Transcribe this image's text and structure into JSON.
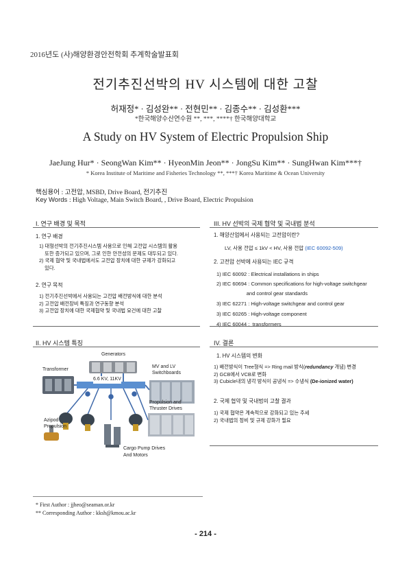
{
  "conference": "2016년도 (사)해양환경안전학회 추계학술발표회",
  "title_ko": "전기추진선박의 HV 시스템에 대한 고찰",
  "authors_ko": "허재정* · 김성완** · 전현민** · 김종수** · 김성환***",
  "affil_ko": "*한국해양수산연수원 **, ***, ****† 한국해양대학교",
  "title_en": "A Study on HV System of Electric Propulsion Ship",
  "authors_en": "JaeJung Hur* · SeongWan Kim** · HyeonMin Jeon** · JongSu Kim** · SungHwan Kim***†",
  "affil_en": "* Korea Institute of Maritime and Fisheries Technology  **, ***†  Korea Maritime & Ocean University",
  "keywords_ko_label": "핵심용어",
  "keywords_ko": ": 고전압, MSBD, Drive Board, 전기추진",
  "keywords_en_label": "Key Words",
  "keywords_en": ": High Voltage, Main Switch Board, , Drive Board, Electric Propulsion",
  "sec1": {
    "heading": "I. 연구 배경 및 목적",
    "sub1": "1. 연구 배경",
    "sub1_lines": [
      "1) 대형선박의 전기추진시스템 사용으로 인해 고전압 시스템의 활용",
      "    또한 증가되고 있으며, 그로 인한 안전성의 문제도 대두되고 있다.",
      "2) 국제 협약 및 국내법에서도 고전압 장치에 대한 규제가 강화되고",
      "    있다."
    ],
    "sub2": "2. 연구 목적",
    "sub2_lines": [
      "1) 전기추진선박에서 사용되는 고전압 배전방식에 대한 분석",
      "2) 고전압 배전장비 특징과 연구동향 분석",
      "3) 고전압 장치에 대한 국제협약 및 국내법 요건에 대한 고찰"
    ]
  },
  "sec2": {
    "heading": "II. HV 시스템 특징",
    "fig_labels": {
      "generators": "Generators",
      "transformer": "Transformer",
      "mv_lv": "MV and LV",
      "switchboards": "Switchboards",
      "voltage": "6.6 KV, 11KV",
      "propulsion": "Propulsion and",
      "thruster": "Thruster Drives",
      "azipod": "Azipod",
      "azipod2": "Propulsion",
      "cargo": "Cargo Pump Drives",
      "motors": "And Motors"
    }
  },
  "sec3": {
    "heading": "III. HV 선박의 국제 협약 및 국내법 분석",
    "sub1": "1. 해양산업에서 사용되는 고전압이란?",
    "sub1_line_a": "LV, 사용 전압  ≤  1kV  <  HV, 사용 전압",
    "sub1_line_b": "(IEC 60092-509)",
    "sub2": "2. 고전압 선박에 사용되는 IEC 규격",
    "iec": [
      "1) IEC 60092 : Electrical installations in ships",
      "2) IEC 60694 : Common specifications for high-voltage switchgear",
      "                     and control gear standards",
      "3) IEC 62271 : High-voltage switchgear and control gear",
      "3) IEC 60265 : High-voltage component",
      "4) IEC 60044 :  transformers"
    ]
  },
  "sec4": {
    "heading": "IV. 결론",
    "sub1": "1.  HV 시스템의 변화",
    "sub1_line1_a": "1) 배전방식이 Tree형식 => Ring mail 방식(",
    "sub1_line1_b": "redundancy",
    "sub1_line1_c": " 개념) 변경",
    "sub1_line2": "2) GCB에서 VCB로 변화",
    "sub1_line3_a": "3) Cubicle내의 냉각 방식이 공냉식 => 수냉식 ",
    "sub1_line3_b": "(De-ionized water)",
    "sub2": "2. 국제 협약 및 국내법의 고찰 결과",
    "sub2_lines": [
      "1) 국제 협약은 계속적으로 강화되고 있는 추세",
      "2) 국내법의 정비 및 규제 강화가 필요"
    ]
  },
  "footnotes": [
    "*  First  Author : jjheo@seaman.or.kr",
    "**  Corresponding  Author : kksh@kmou.ac.kr"
  ],
  "page_number": "- 214 -"
}
